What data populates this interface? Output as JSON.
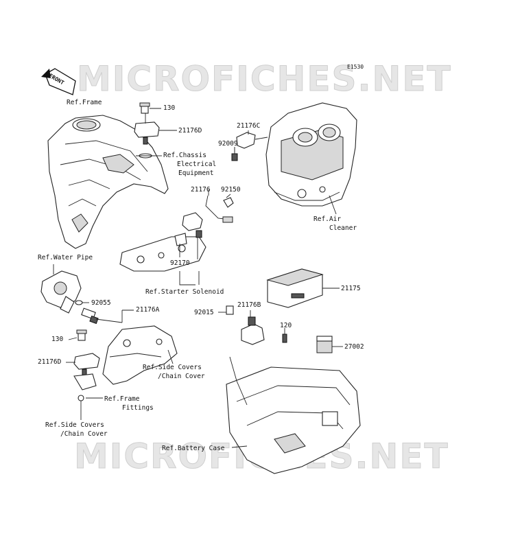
{
  "diagram_code": "E1530",
  "watermark": "MICROFICHES.NET",
  "front_label": "FRONT",
  "labels": {
    "ref_frame": "Ref.Frame",
    "p130_top": "130",
    "p21176d_top": "21176D",
    "ref_chassis_1": "Ref.Chassis",
    "ref_chassis_2": "Electrical",
    "ref_chassis_3": "Equipment",
    "p21176c": "21176C",
    "p92009": "92009",
    "p21176": "21176",
    "p92150": "92150",
    "ref_air_1": "Ref.Air",
    "ref_air_2": "Cleaner",
    "ref_water_pipe": "Ref.Water Pipe",
    "p92170": "92170",
    "ref_starter": "Ref.Starter Solenoid",
    "p92055": "92055",
    "p21176a": "21176A",
    "p21175": "21175",
    "p92015": "92015",
    "p21176b": "21176B",
    "p120": "120",
    "p130_bottom": "130",
    "p27002": "27002",
    "p21176d_bottom": "21176D",
    "ref_side_1": "Ref.Side Covers",
    "ref_side_2": "/Chain Cover",
    "ref_frame_fit_1": "Ref.Frame",
    "ref_frame_fit_2": "Fittings",
    "ref_side_b1": "Ref.Side Covers",
    "ref_side_b2": "/Chain Cover",
    "ref_battery": "Ref.Battery Case"
  }
}
